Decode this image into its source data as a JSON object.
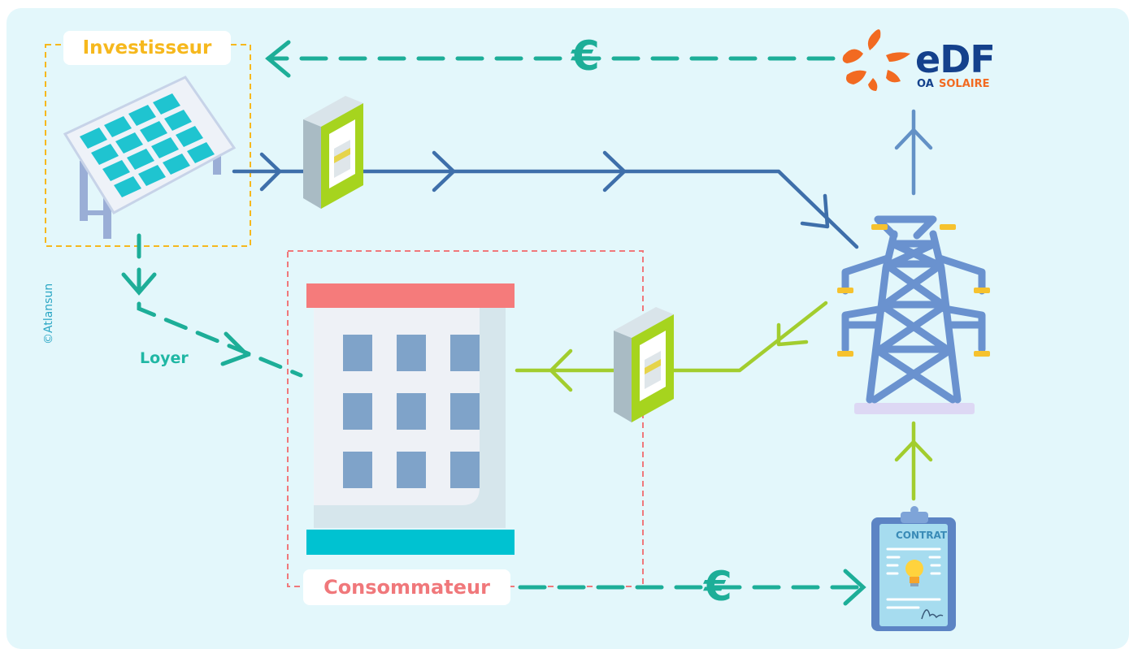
{
  "labels": {
    "investor": "Investisseur",
    "consumer": "Consommateur",
    "rent": "Loyer",
    "copyright": "©Atlansun",
    "euro_top": "€",
    "euro_bottom": "€",
    "contract": "CONTRAT"
  },
  "edf": {
    "name": "eDF",
    "sub_a": "OA",
    "sub_b": "SOLAIRE"
  },
  "colors": {
    "background": "#e3f7fb",
    "investor": "#f6b81d",
    "consumer": "#f0787b",
    "money_flow": "#1dae98",
    "production_flow": "#3e6faa",
    "consumption_flow": "#a2cd2e",
    "edf_orange": "#f26a21",
    "edf_blue": "#14418c"
  },
  "icons": [
    "solar-panel-icon",
    "electricity-meter-icon",
    "electricity-pylon-icon",
    "apartment-building-icon",
    "contract-clipboard-icon",
    "edf-logo"
  ]
}
